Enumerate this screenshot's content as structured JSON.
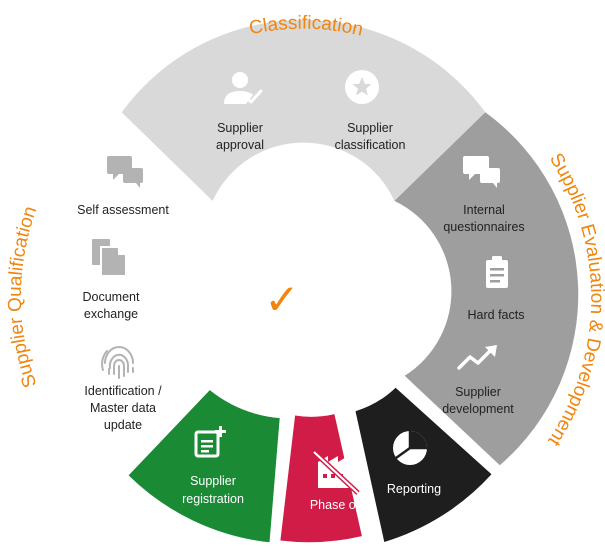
{
  "colors": {
    "accent": "#F0860E",
    "classification": "#D9D9D9",
    "evaluation": "#9E9E9E",
    "reporting": "#1E1E1E",
    "phase_out": "#D01C47",
    "registration": "#1A8A35",
    "qualification_icons": "#B3B3B3"
  },
  "titles": {
    "classification": "Classification",
    "evaluation": "Supplier Evaluation & Development",
    "qualification": "Supplier Qualification"
  },
  "center_mark": "✓",
  "classification": {
    "items": [
      {
        "icon": "user-check-icon",
        "line1": "Supplier",
        "line2": "approval"
      },
      {
        "icon": "star-badge-icon",
        "line1": "Supplier",
        "line2": "classification"
      }
    ]
  },
  "evaluation": {
    "items": [
      {
        "icon": "chat-bubbles-icon",
        "line1": "Internal",
        "line2": "questionnaires"
      },
      {
        "icon": "clipboard-icon",
        "line1": "Hard facts"
      },
      {
        "icon": "trend-up-icon",
        "line1": "Supplier",
        "line2": "development"
      }
    ]
  },
  "reporting": {
    "icon": "pie-chart-icon",
    "label": "Reporting"
  },
  "phase_out": {
    "icon": "factory-off-icon",
    "label": "Phase out"
  },
  "registration": {
    "icon": "document-add-icon",
    "line1": "Supplier",
    "line2": "registration"
  },
  "qualification": {
    "items": [
      {
        "icon": "chat-bubbles-icon",
        "line1": "Self assessment"
      },
      {
        "icon": "documents-icon",
        "line1": "Document",
        "line2": "exchange"
      },
      {
        "icon": "fingerprint-icon",
        "line1": "Identification /",
        "line2": "Master data",
        "line3": "update"
      }
    ]
  }
}
